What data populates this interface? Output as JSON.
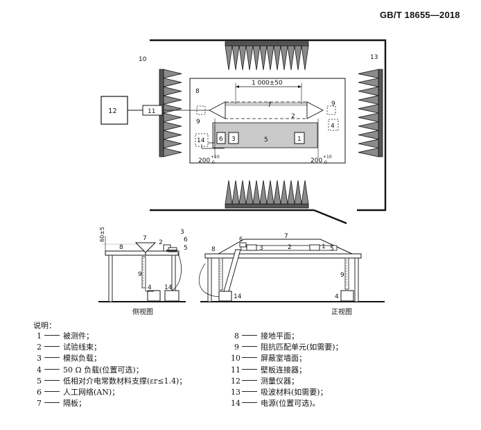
{
  "header": {
    "standard_code": "GB/T 18655—2018"
  },
  "top_view": {
    "labels": [
      "10",
      "13",
      "8",
      "7",
      "2",
      "9",
      "9",
      "12",
      "11",
      "4",
      "14",
      "6",
      "3",
      "5",
      "1"
    ],
    "dimension_length": "1 000±50",
    "dimension_left": "200",
    "dimension_right": "200",
    "tolerance_top": "+10",
    "tolerance_bottom": "0"
  },
  "side_view": {
    "caption": "侧视图",
    "labels": [
      "60±5",
      "7",
      "8",
      "2",
      "3",
      "6",
      "5",
      "9",
      "4",
      "14"
    ]
  },
  "front_view": {
    "caption": "正视图",
    "labels": [
      "7",
      "8",
      "6",
      "3",
      "2",
      "1",
      "5",
      "9",
      "14",
      "4"
    ]
  },
  "legend": {
    "title": "说明：",
    "left": [
      {
        "num": "1",
        "text": "被测件；"
      },
      {
        "num": "2",
        "text": "试验线束；"
      },
      {
        "num": "3",
        "text": "模拟负载；"
      },
      {
        "num": "4",
        "text": "50 Ω 负载(位置可选)；"
      },
      {
        "num": "5",
        "text": "低相对介电常数材料支撑(εr≤1.4)；"
      },
      {
        "num": "6",
        "text": "人工网络(AN)；"
      },
      {
        "num": "7",
        "text": "隔板；"
      }
    ],
    "right": [
      {
        "num": "8",
        "text": "接地平面；"
      },
      {
        "num": "9",
        "text": "阻抗匹配单元(如需要)；"
      },
      {
        "num": "10",
        "text": "屏蔽室墙面；"
      },
      {
        "num": "11",
        "text": "壁板连接器；"
      },
      {
        "num": "12",
        "text": "测量仪器；"
      },
      {
        "num": "13",
        "text": "吸波材料(如需要)；"
      },
      {
        "num": "14",
        "text": "电源(位置可选)。"
      }
    ]
  }
}
